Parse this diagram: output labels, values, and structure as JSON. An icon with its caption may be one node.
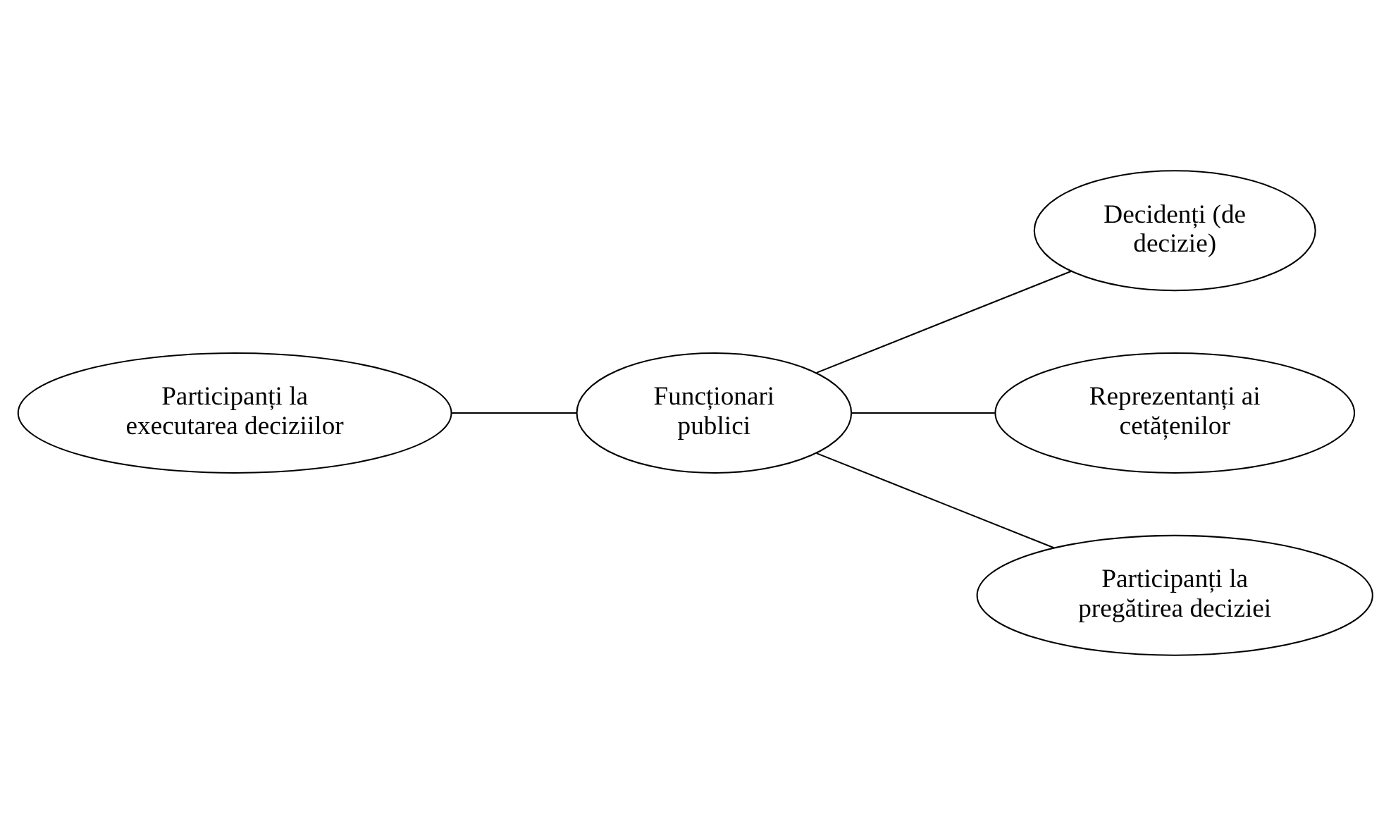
{
  "diagram": {
    "nodes": [
      {
        "text": [
          "Decidenți (de decizie)"
        ]
      },
      {
        "text": [
          "Participanți la executarea deciziilor"
        ]
      },
      {
        "text": [
          "Funcționari publici"
        ]
      },
      {
        "text": [
          "Reprezentanți ai cetățenilor"
        ]
      },
      {
        "text": [
          "Participanți la pregătirea deciziei"
        ]
      }
    ],
    "edges": [
      {
        "from": 2,
        "to": 0,
        "arrow": "none"
      },
      {
        "from": 1,
        "to": 2,
        "arrow": "none"
      },
      {
        "from": 2,
        "to": 3,
        "arrow": "none"
      },
      {
        "from": 2,
        "to": 4,
        "arrow": "none"
      }
    ]
  }
}
